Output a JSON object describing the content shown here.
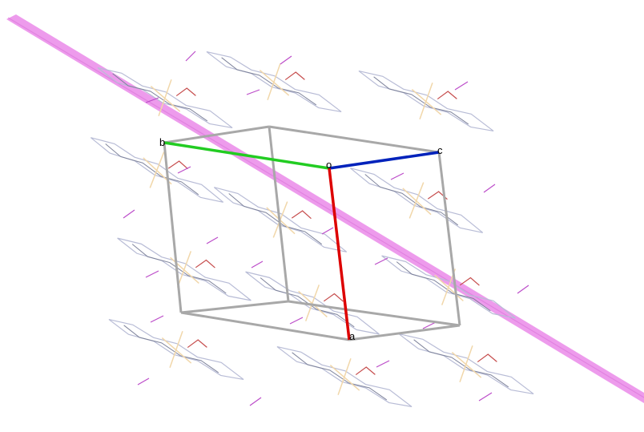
{
  "axes": {
    "a": {
      "label": "a",
      "color": "#dd0000"
    },
    "b": {
      "label": "b",
      "color": "#22cc22"
    },
    "c": {
      "label": "c",
      "color": "#0022bb"
    },
    "origin": {
      "label": "o"
    }
  },
  "colors": {
    "cell_edge": "#a8a8a8",
    "plane": "#e98ae9",
    "molecule_ring": "#b8bcd6",
    "molecule_red": "#c64c4c",
    "molecule_cross": "#f1d7aa",
    "molecule_purple": "#bc4cc9"
  }
}
